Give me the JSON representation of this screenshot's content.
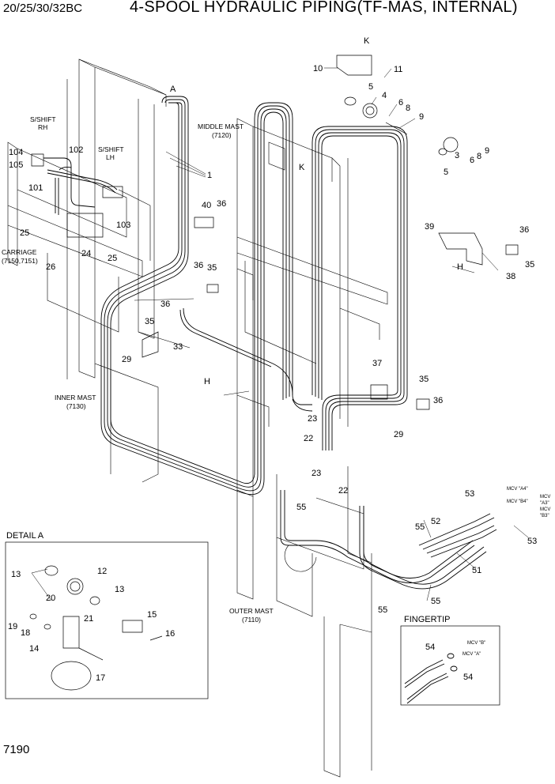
{
  "header": {
    "model": "20/25/30/32BC",
    "title": "4-SPOOL HYDRAULIC PIPING(TF-MAS, INTERNAL)"
  },
  "page_number": "7190",
  "labels": {
    "carriage": "CARRIAGE",
    "carriage_codes": "(7150,7151)",
    "inner_mast": "INNER MAST",
    "inner_mast_code": "(7130)",
    "middle_mast": "MIDDLE MAST",
    "middle_mast_code": "(7120)",
    "outer_mast": "OUTER MAST",
    "outer_mast_code": "(7110)",
    "sshift_rh_1": "S/SHIFT",
    "sshift_rh_2": "RH",
    "sshift_lh_1": "S/SHIFT",
    "sshift_lh_2": "LH",
    "detail_a": "DETAIL A",
    "fingertip": "FINGERTIP",
    "view_a": "A",
    "view_k": "K",
    "view_h": "H"
  },
  "mcv": {
    "a4": "MCV \"A4\"",
    "b4": "MCV \"B4\"",
    "a3_1": "MCV",
    "a3_2": "\"A3\"",
    "b3_1": "MCV",
    "b3_2": "\"B3\"",
    "b": "MCV \"B\"",
    "a": "MCV \"A\""
  },
  "part_numbers": {
    "p1": "1",
    "p3": "3",
    "p4": "4",
    "p5a": "5",
    "p5b": "5",
    "p6a": "6",
    "p6b": "6",
    "p8a": "8",
    "p8b": "8",
    "p9a": "9",
    "p9b": "9",
    "p10": "10",
    "p11": "11",
    "p12": "12",
    "p13a": "13",
    "p13b": "13",
    "p14": "14",
    "p15": "15",
    "p16": "16",
    "p17": "17",
    "p18": "18",
    "p19": "19",
    "p20": "20",
    "p21": "21",
    "p22a": "22",
    "p22b": "22",
    "p23a": "23",
    "p23b": "23",
    "p24": "24",
    "p25a": "25",
    "p25b": "25",
    "p26": "26",
    "p29a": "29",
    "p29b": "29",
    "p33": "33",
    "p35a": "35",
    "p35b": "35",
    "p35c": "35",
    "p35d": "35",
    "p36a": "36",
    "p36b": "36",
    "p36c": "36",
    "p36d": "36",
    "p36e": "36",
    "p37": "37",
    "p38": "38",
    "p39": "39",
    "p40": "40",
    "p51": "51",
    "p52": "52",
    "p53a": "53",
    "p53b": "53",
    "p54a": "54",
    "p54b": "54",
    "p55a": "55",
    "p55b": "55",
    "p55c": "55",
    "p55d": "55",
    "p101": "101",
    "p102": "102",
    "p103": "103",
    "p104": "104",
    "p105": "105"
  }
}
